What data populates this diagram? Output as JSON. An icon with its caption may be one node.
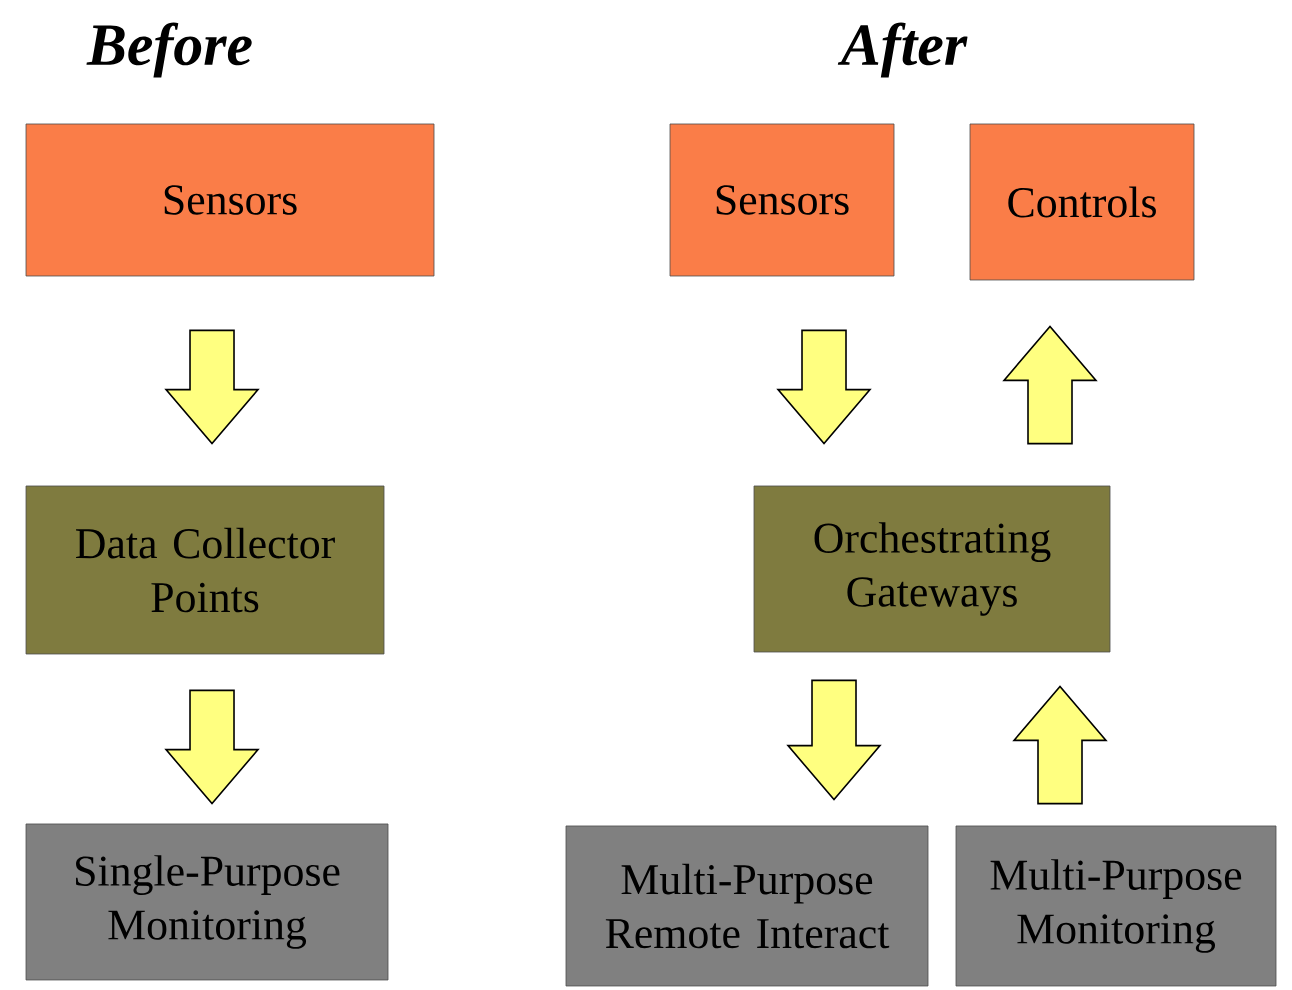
{
  "diagram": {
    "nodes": [
      {
        "text": [
          "Sensors"
        ]
      },
      {
        "text": [
          "Data Collector Points"
        ]
      },
      {
        "text": [
          "Single-Purpose Monitoring"
        ]
      },
      {
        "text": [
          "Sensors"
        ]
      },
      {
        "text": [
          "Controls"
        ]
      },
      {
        "text": [
          "Orchestrating Gateways"
        ]
      },
      {
        "text": [
          "Multi-Purpose Remote Interact"
        ]
      },
      {
        "text": [
          "Multi-Purpose Monitoring"
        ]
      }
    ],
    "edges": [
      {
        "from": 0,
        "to": 1,
        "arrow": "to"
      },
      {
        "from": 1,
        "to": 2,
        "arrow": "to"
      },
      {
        "from": 3,
        "to": 5,
        "arrow": "to"
      },
      {
        "from": 5,
        "to": 4,
        "arrow": "to"
      },
      {
        "from": 5,
        "to": 6,
        "arrow": "to"
      },
      {
        "from": 7,
        "to": 5,
        "arrow": "to"
      }
    ],
    "labels": [
      "Before",
      "After"
    ]
  }
}
